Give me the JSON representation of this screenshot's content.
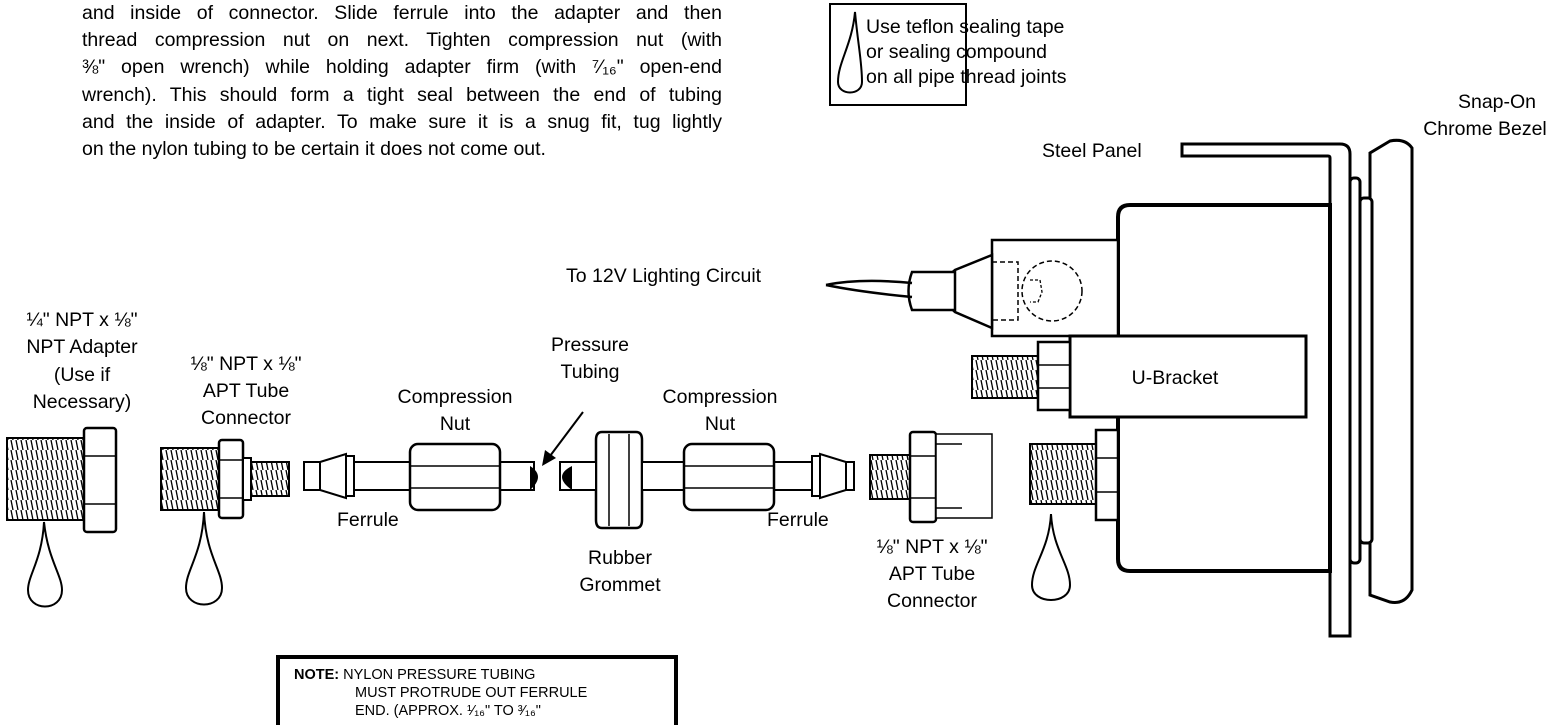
{
  "instructions": {
    "lines": [
      "and inside of connector. Slide ferrule into the adapter and then",
      "thread compression nut on next. Tighten compression nut (with",
      "⅜\" open wrench) while holding adapter firm (with ⁷⁄₁₆\" open-end",
      "wrench). This should form a tight seal between the end of tubing",
      "and the inside of adapter. To make sure it is a snug fit, tug lightly",
      "on the nylon tubing to be certain it does not come out."
    ]
  },
  "tape_note": {
    "lines": [
      "Use teflon sealing tape",
      "or sealing compound",
      "on all pipe thread joints"
    ]
  },
  "labels": {
    "steel_panel": "Steel Panel",
    "bezel_line1": "Snap-On",
    "bezel_line2": "Chrome Bezel",
    "lighting": "To 12V Lighting Circuit",
    "u_bracket": "U-Bracket",
    "npt_adapter": [
      "¼\" NPT x ⅛\"",
      "NPT Adapter",
      "(Use if",
      "Necessary)"
    ],
    "apt_connector_left": [
      "⅛\" NPT x ⅛\"",
      "APT Tube",
      "Connector"
    ],
    "compression_nut_left": [
      "Compression",
      "Nut"
    ],
    "pressure_tubing": [
      "Pressure",
      "Tubing"
    ],
    "compression_nut_right": [
      "Compression",
      "Nut"
    ],
    "ferrule_left": "Ferrule",
    "ferrule_right": "Ferrule",
    "rubber_grommet": [
      "Rubber",
      "Grommet"
    ],
    "apt_connector_right": [
      "⅛\" NPT x ⅛\"",
      "APT Tube",
      "Connector"
    ]
  },
  "note": {
    "prefix": "NOTE:",
    "line1": "NYLON PRESSURE TUBING",
    "line2": "MUST PROTRUDE OUT FERRULE",
    "line3": "END. (APPROX. ¹⁄₁₆\" TO ³⁄₁₆\""
  }
}
